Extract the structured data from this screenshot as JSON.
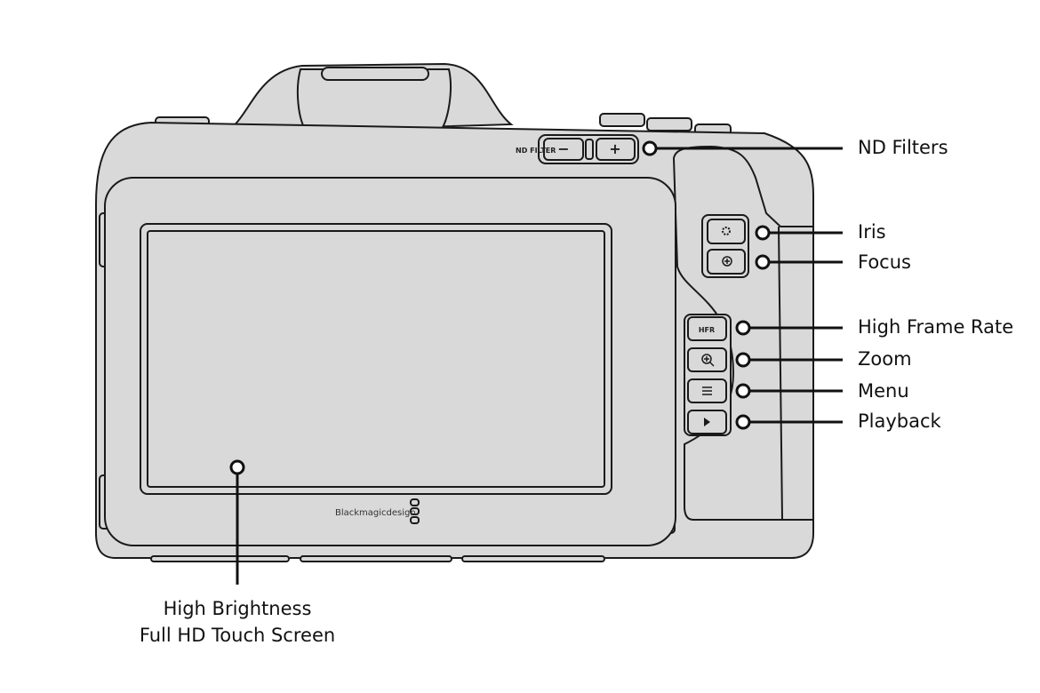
{
  "camera": {
    "nd_filter_label": "ND FILTER",
    "nd_minus": "−",
    "nd_plus": "+",
    "hfr_button": "HFR",
    "brand": "Blackmagicdesign"
  },
  "callouts": {
    "nd_filters": "ND Filters",
    "iris": "Iris",
    "focus": "Focus",
    "high_frame_rate": "High Frame Rate",
    "zoom": "Zoom",
    "menu": "Menu",
    "playback": "Playback",
    "screen_line1": "High Brightness",
    "screen_line2": "Full HD Touch Screen"
  },
  "colors": {
    "body": "#d9d9d9",
    "outline": "#1a1a1a"
  }
}
